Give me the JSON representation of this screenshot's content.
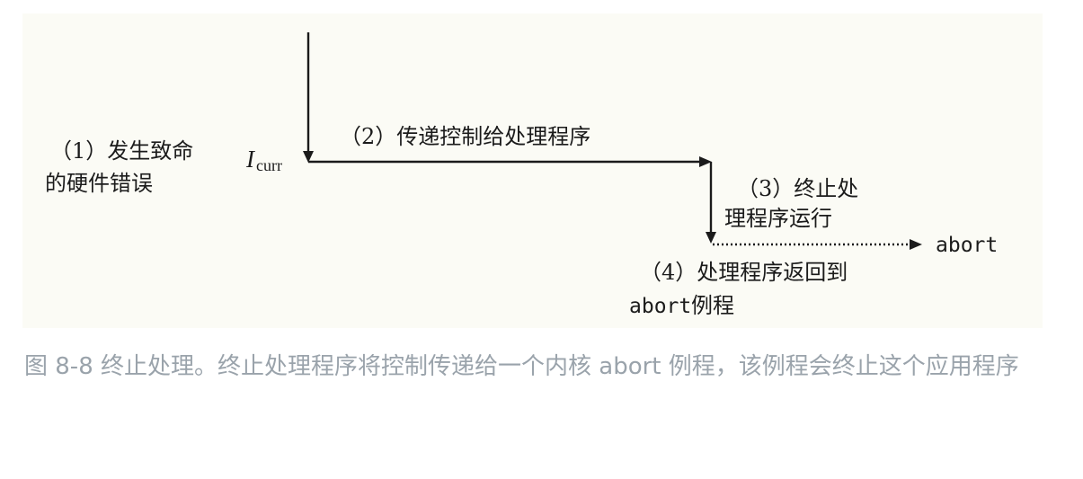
{
  "diagram": {
    "step1": {
      "line1": "（1）发生致命",
      "line2": "的硬件错误"
    },
    "icurr": {
      "symbol": "I",
      "subscript": "curr"
    },
    "step2": "（2）传递控制给处理程序",
    "step3": {
      "line1": "（3）终止处",
      "line2": "理程序运行"
    },
    "abort": "abort",
    "step4": {
      "line1": "（4）处理程序返回到",
      "line2_code": "abort",
      "line2_text": "例程"
    }
  },
  "caption": "图 8-8 终止处理。终止处理程序将控制传递给一个内核 abort 例程，该例程会终止这个应用程序"
}
